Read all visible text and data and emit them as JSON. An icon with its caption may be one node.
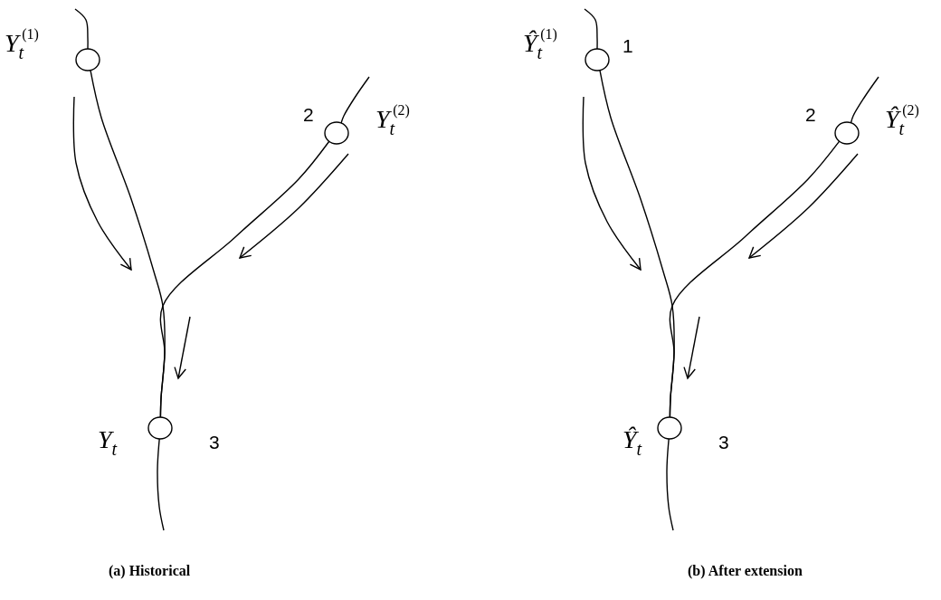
{
  "diagram": {
    "nodes": [
      {
        "text": [],
        "shape": "circle",
        "beside": [
          "*Y*$_{t}$$^{(1)}$"
        ]
      },
      {
        "text": [],
        "shape": "circle",
        "beside": [
          "2",
          "*Y*$_{t}$$^{(2)}$"
        ]
      },
      {
        "text": [],
        "shape": "circle",
        "beside": [
          "*Y*$_{t}$",
          "3"
        ]
      },
      {
        "text": [],
        "shape": "circle",
        "beside": [
          "*Ŷ*$_{t}$$^{(1)}$",
          "1"
        ]
      },
      {
        "text": [],
        "shape": "circle",
        "beside": [
          "2",
          "*Ŷ*$_{t}$$^{(2)}$"
        ]
      },
      {
        "text": [],
        "shape": "circle",
        "beside": [
          "*Ŷ*$_{t}$",
          "3"
        ]
      }
    ],
    "edges": [
      {
        "from": null,
        "to": 0,
        "arrow": "none"
      },
      {
        "from": null,
        "to": 1,
        "arrow": "none"
      },
      {
        "from": 0,
        "to": 2,
        "arrow": "none"
      },
      {
        "from": 1,
        "to": 2,
        "arrow": "none"
      },
      {
        "from": 2,
        "to": null,
        "arrow": "none"
      },
      {
        "from": null,
        "to": 3,
        "arrow": "none"
      },
      {
        "from": null,
        "to": 4,
        "arrow": "none"
      },
      {
        "from": 3,
        "to": 5,
        "arrow": "none"
      },
      {
        "from": 4,
        "to": 5,
        "arrow": "none"
      },
      {
        "from": 5,
        "to": null,
        "arrow": "none"
      }
    ],
    "labels": [
      "(a) Historical",
      "(b) After extension"
    ]
  }
}
